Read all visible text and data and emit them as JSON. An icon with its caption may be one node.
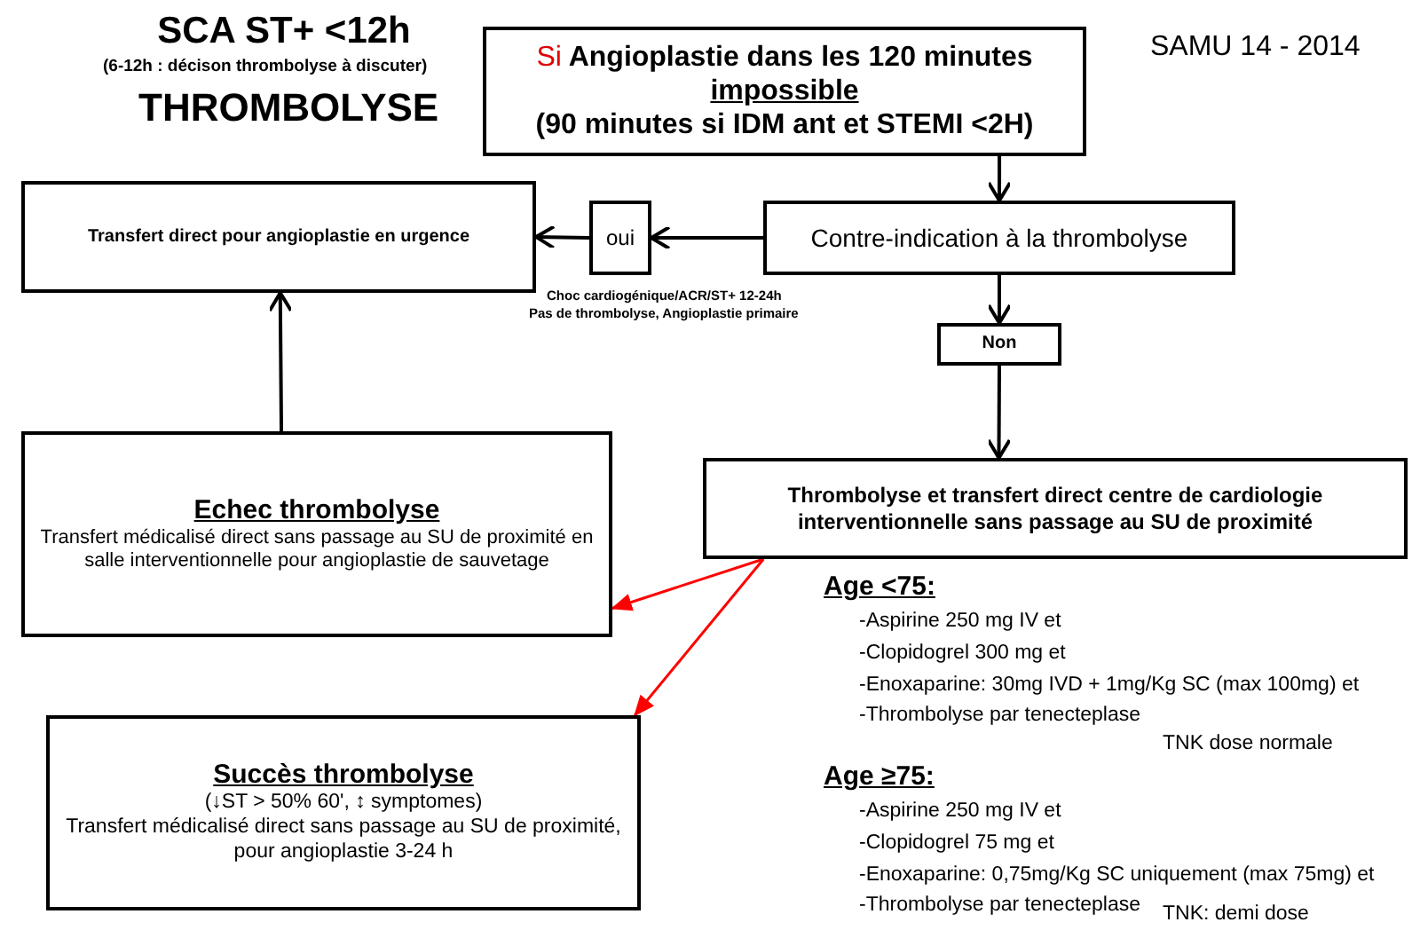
{
  "diagram": {
    "title": "SCA ST+ <12h",
    "nodes": [
      {
        "text": [
          "Si Angioplastie dans les 120 minutes",
          "impossible",
          "(90 minutes si IDM ant et STEMI <2H)"
        ]
      },
      {
        "text": [
          "Contre-indication à la thrombolyse"
        ]
      },
      {
        "text": [
          "oui"
        ]
      },
      {
        "text": [
          "Transfert direct pour angioplastie en urgence"
        ]
      },
      {
        "text": [
          "Non"
        ]
      },
      {
        "text": [
          "Thrombolyse et transfert direct centre de cardiologie interventionnelle sans passage au SU de proximité"
        ]
      },
      {
        "text": [
          "Echec thrombolyse",
          "Transfert médicalisé direct sans passage au SU de proximité en salle interventionnelle pour angioplastie de sauvetage"
        ]
      },
      {
        "text": [
          "Succès thrombolyse",
          "(↓ST > 50% 60', ↕ symptomes)",
          "Transfert médicalisé direct sans passage au SU de proximité, pour angioplastie 3-24 h"
        ]
      }
    ],
    "edges": [
      {
        "from": 0,
        "to": 1,
        "arrow": "to"
      },
      {
        "from": 1,
        "to": 2,
        "arrow": "to"
      },
      {
        "from": 2,
        "to": 3,
        "arrow": "to"
      },
      {
        "from": 1,
        "to": 4,
        "arrow": "to"
      },
      {
        "from": 4,
        "to": 5,
        "arrow": "to"
      },
      {
        "from": 5,
        "to": 6,
        "arrow": "to",
        "color": "#ff0000"
      },
      {
        "from": 5,
        "to": 7,
        "arrow": "to",
        "color": "#ff0000"
      },
      {
        "from": 6,
        "to": 3,
        "arrow": "to"
      }
    ],
    "labels": [
      "(6-12h : décison thrombolyse à discuter)",
      "THROMBOLYSE",
      "SAMU 14 - 2014",
      "Choc cardiogénique/ACR/ST+ 12-24h",
      "Pas de thrombolyse, Angioplastie primaire",
      "Age <75:",
      "-Aspirine 250 mg IV et",
      "-Clopidogrel 300 mg et",
      "-Enoxaparine: 30mg IVD + 1mg/Kg SC (max 100mg) et",
      "-Thrombolyse par tenecteplase",
      "TNK dose normale",
      "Age ≥75:",
      "-Aspirine 250 mg IV et",
      "-Clopidogrel 75 mg et",
      "-Enoxaparine: 0,75mg/Kg SC uniquement (max 75mg) et",
      "-Thrombolyse par tenecteplase",
      "TNK: demi dose"
    ]
  }
}
